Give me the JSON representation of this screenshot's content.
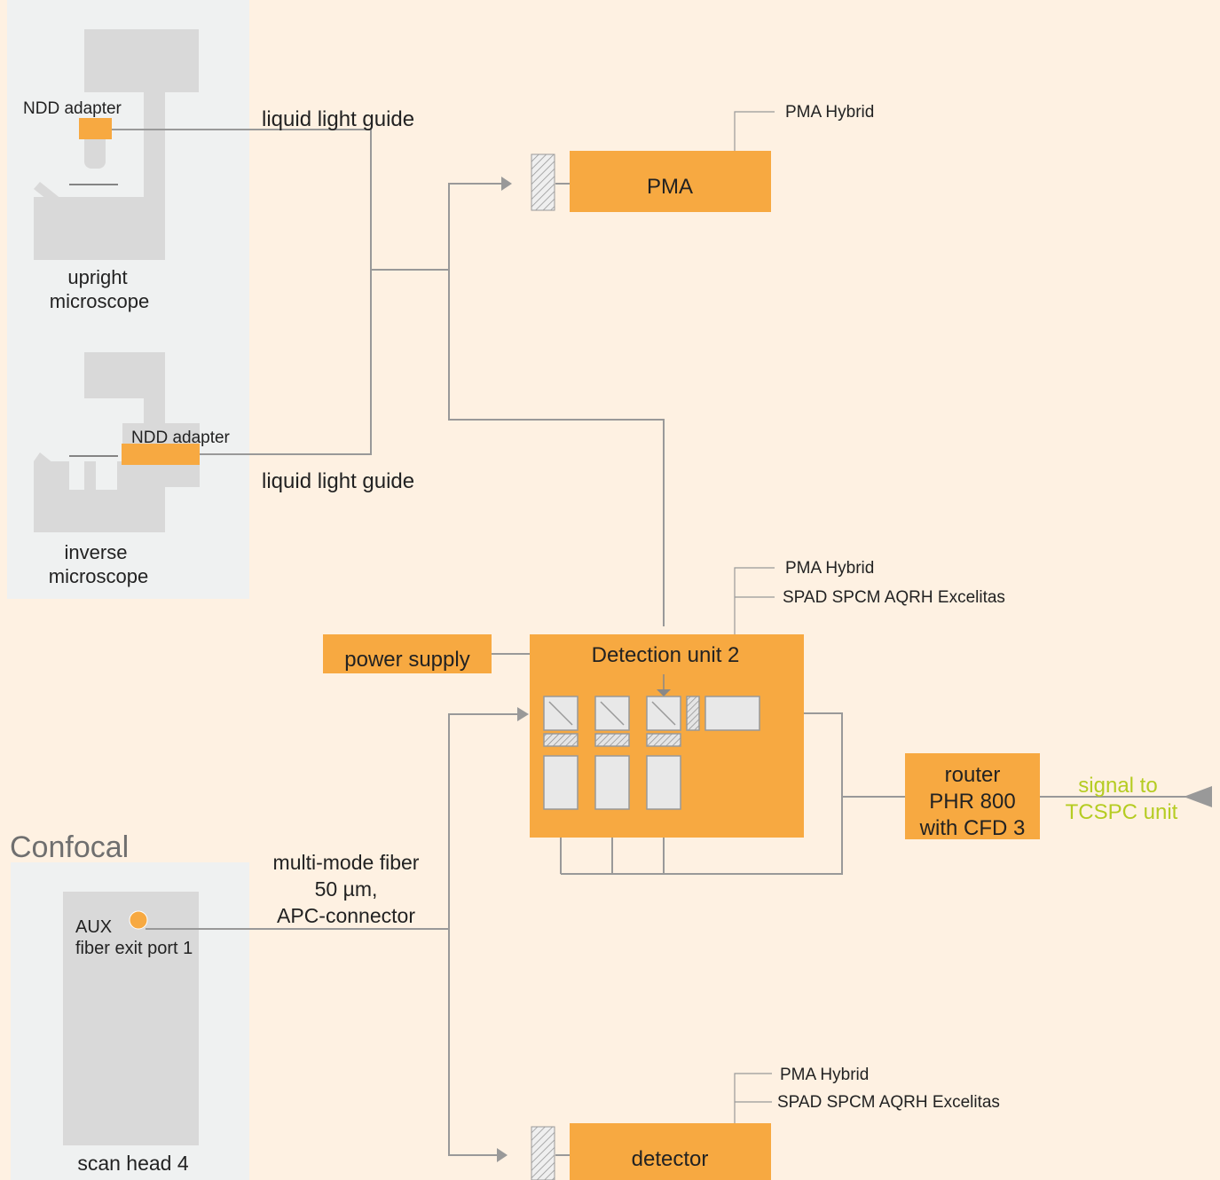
{
  "microscopes": {
    "upright": {
      "adapter_label": "NDD adapter",
      "caption_line1": "upright",
      "caption_line2": "microscope"
    },
    "inverse": {
      "adapter_label": "NDD adapter",
      "caption_line1": "inverse",
      "caption_line2": "microscope"
    }
  },
  "light_guides": {
    "upper_label": "liquid light guide",
    "lower_label": "liquid light guide"
  },
  "pma": {
    "label": "PMA",
    "detector_note": "PMA Hybrid"
  },
  "detection_unit": {
    "label": "Detection unit 2",
    "notes": [
      "PMA Hybrid",
      "SPAD SPCM AQRH Excelitas"
    ]
  },
  "power_supply": {
    "label": "power supply"
  },
  "router": {
    "line1": "router",
    "line2": "PHR 800",
    "line3": "with CFD 3"
  },
  "signal": {
    "line1": "signal to",
    "line2": "TCSPC unit"
  },
  "confocal": {
    "section_title": "Confocal",
    "port_line1": "AUX",
    "port_line2": "fiber exit port 1",
    "caption": "scan head 4"
  },
  "fiber": {
    "line1": "multi-mode fiber",
    "line2": "50 µm,",
    "line3": "APC-connector"
  },
  "detector": {
    "label": "detector",
    "notes": [
      "PMA Hybrid",
      "SPAD SPCM AQRH Excelitas"
    ]
  },
  "colors": {
    "background": "#fef1e2",
    "panel": "#eff1f1",
    "instrument": "#d9d9d9",
    "orange": "#f7a941",
    "line": "#999999",
    "signal_text": "#b5cc22"
  }
}
